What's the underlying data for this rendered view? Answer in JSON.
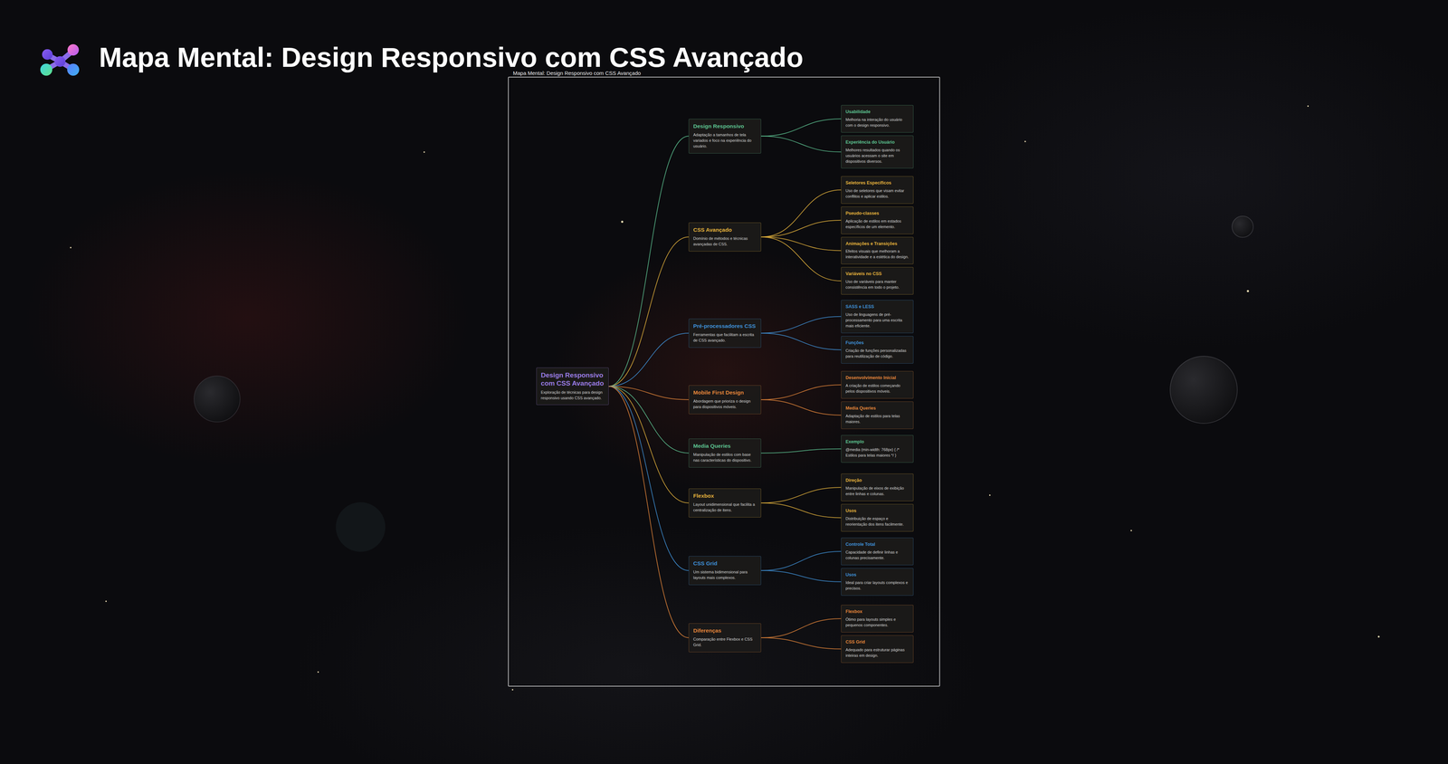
{
  "diagram": {
    "title": "Mapa Mental: Design Responsivo com CSS Avançado",
    "nodes": [
      {
        "text": [
          "Mapa Mental: Design Responsivo com CSS Avançado"
        ]
      },
      {
        "text": [
          "Design Responsivo com CSS Avançado",
          "Exploração de técnicas para design responsivo usando CSS avançado."
        ],
        "in": 0
      },
      {
        "text": [
          "Design Responsivo",
          "Adaptação a tamanhos de tela variados e foco na experiência do usuário."
        ],
        "in": 0
      },
      {
        "text": [
          "Usabilidade",
          "Melhoria na interação do usuário com o design responsivo."
        ],
        "in": 0
      },
      {
        "text": [
          "Experiência do Usuário",
          "Melhores resultados quando os usuários acessam o site em dispositivos diversos."
        ],
        "in": 0
      },
      {
        "text": [
          "CSS Avançado",
          "Domínio de métodos e técnicas avançadas de CSS."
        ],
        "in": 0
      },
      {
        "text": [
          "Seletores Específicos",
          "Uso de seletores que visam evitar conflitos e aplicar estilos."
        ],
        "in": 0
      },
      {
        "text": [
          "Pseudo-classes",
          "Aplicação de estilos em estados específicos de um elemento."
        ],
        "in": 0
      },
      {
        "text": [
          "Animações e Transições",
          "Efeitos visuais que melhoram a interatividade e a estética do design."
        ],
        "in": 0
      },
      {
        "text": [
          "Variáveis no CSS",
          "Uso de variáveis para manter consistência em todo o projeto."
        ],
        "in": 0
      },
      {
        "text": [
          "Pré-processadores CSS",
          "Ferramentas que facilitam a escrita de CSS avançado."
        ],
        "in": 0
      },
      {
        "text": [
          "SASS e LESS",
          "Uso de linguagens de pré-processamento para uma escrita mais eficiente."
        ],
        "in": 0
      },
      {
        "text": [
          "Funções",
          "Criação de funções personalizadas para reutilização de código."
        ],
        "in": 0
      },
      {
        "text": [
          "Mobile First Design",
          "Abordagem que prioriza o design para dispositivos móveis."
        ],
        "in": 0
      },
      {
        "text": [
          "Desenvolvimento Inicial",
          "A criação de estilos começando pelos dispositivos móveis."
        ],
        "in": 0
      },
      {
        "text": [
          "Media Queries",
          "Adaptação de estilos para telas maiores."
        ],
        "in": 0
      },
      {
        "text": [
          "Media Queries",
          "Manipulação de estilos com base nas características do dispositivo."
        ],
        "in": 0
      },
      {
        "text": [
          "Exemplo",
          "@media (min-width: 768px) { /* Estilos para telas maiores */ }"
        ],
        "in": 0
      },
      {
        "text": [
          "Flexbox",
          "Layout unidimensional que facilita a centralização de itens."
        ],
        "in": 0
      },
      {
        "text": [
          "Direção",
          "Manipulação de eixos de exibição entre linhas e colunas."
        ],
        "in": 0
      },
      {
        "text": [
          "Usos",
          "Distribuição de espaço e reorientação dos itens facilmente."
        ],
        "in": 0
      },
      {
        "text": [
          "CSS Grid",
          "Um sistema bidimensional para layouts mais complexos."
        ],
        "in": 0
      },
      {
        "text": [
          "Controle Total",
          "Capacidade de definir linhas e colunas precisamente."
        ],
        "in": 0
      },
      {
        "text": [
          "Usos",
          "Ideal para criar layouts complexos e precisos."
        ],
        "in": 0
      },
      {
        "text": [
          "Diferenças",
          "Comparação entre Flexbox e CSS Grid."
        ],
        "in": 0
      },
      {
        "text": [
          "Flexbox",
          "Ótimo para layouts simples e pequenos componentes."
        ],
        "in": 0
      },
      {
        "text": [
          "CSS Grid",
          "Adequado para estruturar páginas inteiras em design."
        ],
        "in": 0
      }
    ],
    "edges": [
      {
        "from": 1,
        "to": 2,
        "arrow": "none"
      },
      {
        "from": 1,
        "to": 5,
        "arrow": "none"
      },
      {
        "from": 1,
        "to": 10,
        "arrow": "none"
      },
      {
        "from": 1,
        "to": 13,
        "arrow": "none"
      },
      {
        "from": 1,
        "to": 16,
        "arrow": "none"
      },
      {
        "from": 1,
        "to": 18,
        "arrow": "none"
      },
      {
        "from": 1,
        "to": 21,
        "arrow": "none"
      },
      {
        "from": 1,
        "to": 24,
        "arrow": "none"
      },
      {
        "from": 2,
        "to": 3,
        "arrow": "none"
      },
      {
        "from": 2,
        "to": 4,
        "arrow": "none"
      },
      {
        "from": 5,
        "to": 6,
        "arrow": "none"
      },
      {
        "from": 5,
        "to": 7,
        "arrow": "none"
      },
      {
        "from": 5,
        "to": 8,
        "arrow": "none"
      },
      {
        "from": 5,
        "to": 9,
        "arrow": "none"
      },
      {
        "from": 10,
        "to": 11,
        "arrow": "none"
      },
      {
        "from": 10,
        "to": 12,
        "arrow": "none"
      },
      {
        "from": 13,
        "to": 14,
        "arrow": "none"
      },
      {
        "from": 13,
        "to": 15,
        "arrow": "none"
      },
      {
        "from": 16,
        "to": 17,
        "arrow": "none"
      },
      {
        "from": 18,
        "to": 19,
        "arrow": "none"
      },
      {
        "from": 18,
        "to": 20,
        "arrow": "none"
      },
      {
        "from": 21,
        "to": 22,
        "arrow": "none"
      },
      {
        "from": 21,
        "to": 23,
        "arrow": "none"
      },
      {
        "from": 24,
        "to": 25,
        "arrow": "none"
      },
      {
        "from": 24,
        "to": 26,
        "arrow": "none"
      }
    ]
  }
}
